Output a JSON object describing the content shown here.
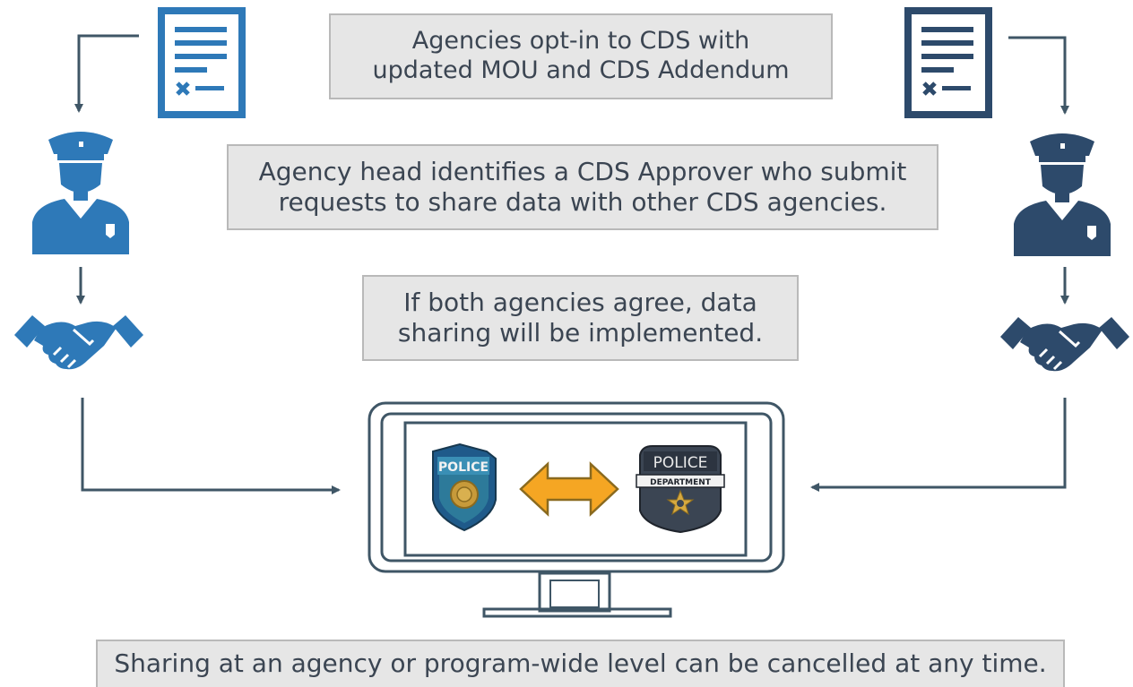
{
  "steps": {
    "opt_in": "Agencies opt-in to CDS with\nupdated MOU and CDS Addendum",
    "approver": "Agency head identifies a CDS Approver who submit\nrequests to share data with other CDS agencies.",
    "agree": "If both agencies agree, data\nsharing will be implemented.",
    "cancel": "Sharing at an agency or program-wide level can be cancelled at any time."
  },
  "badges": {
    "left_badge_text": "POLICE",
    "right_badge_top": "POLICE",
    "right_badge_band": "DEPARTMENT"
  },
  "colors": {
    "left_agency": "#2e79b8",
    "right_agency": "#2d4a6b",
    "connector": "#3f5666",
    "exchange_arrow": "#f5a623",
    "box_fill": "#e6e6e6"
  },
  "icons": {
    "document": "document-icon",
    "officer": "police-officer-icon",
    "handshake": "handshake-icon",
    "monitor": "monitor-icon",
    "exchange": "double-arrow-icon"
  }
}
